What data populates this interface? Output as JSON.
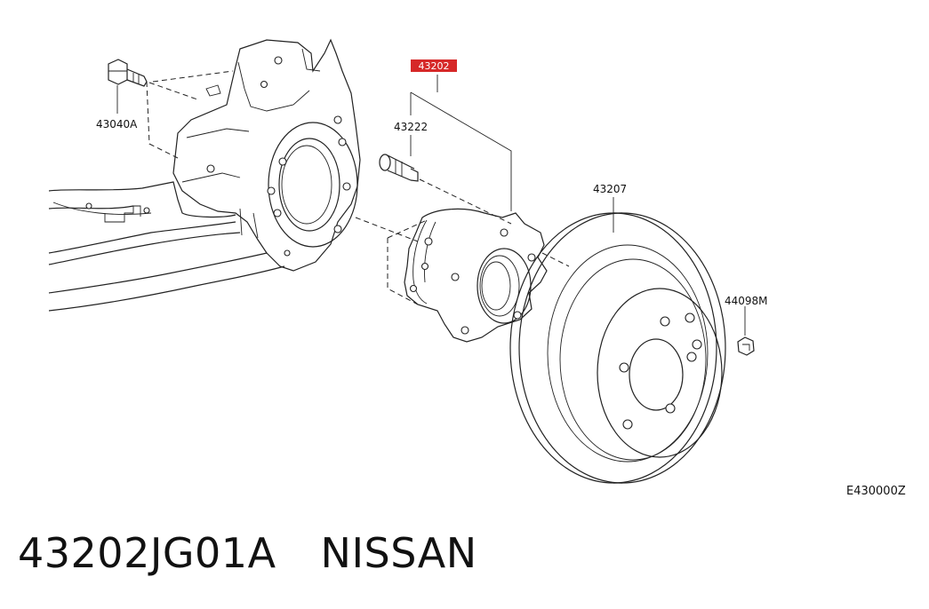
{
  "callouts": {
    "assembly": "43202",
    "hub_bolt": "43222",
    "knuckle_bolt": "43040A",
    "rotor": "43207",
    "nut": "44098M"
  },
  "figure_code": "E430000Z",
  "caption": {
    "part_number": "43202JG01A",
    "brand": "NISSAN"
  },
  "colors": {
    "highlight_box": "#d62828",
    "line": "#222222"
  }
}
